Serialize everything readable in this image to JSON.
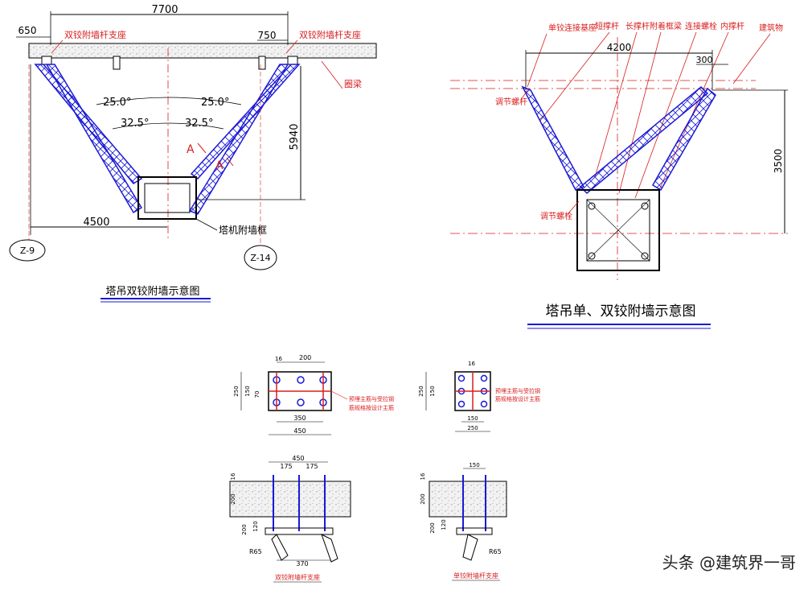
{
  "left_diagram": {
    "dims": {
      "total_width": "7700",
      "left_offset": "650",
      "right_offset": "750",
      "depth": "5940",
      "half_width": "4500"
    },
    "angles": {
      "outer_left": "25.0°",
      "outer_right": "25.0°",
      "inner_left": "32.5°",
      "inner_right": "32.5°"
    },
    "labels": {
      "support_left": "双铰附墙杆支座",
      "support_right": "双铰附墙杆支座",
      "ring_beam": "圈梁",
      "frame": "塔机附墙框",
      "a_mark_left": "A",
      "a_mark_right": "A"
    },
    "axes": {
      "left": "Z-9",
      "right": "Z-14"
    },
    "caption": "塔吊双铰附墙示意图"
  },
  "right_diagram": {
    "callouts": {
      "single_hinge_base": "单铰连接基座",
      "short_bar": "短撑杆",
      "long_bar": "长撑杆",
      "attach_frame": "附着框梁",
      "connect_bolt": "连接螺栓",
      "inner_bar": "内撑杆",
      "building": "建筑物",
      "adjust_screw": "调节螺杆",
      "adjust_nut": "调节螺栓"
    },
    "dims": {
      "width": "4200",
      "offset": "300",
      "depth": "3500"
    },
    "caption": "塔吊单、双铰附墙示意图"
  },
  "detail_top_left": {
    "dims": [
      "16",
      "200",
      "250",
      "150",
      "70",
      "350",
      "450"
    ],
    "note_line1": "预埋主筋与受拉钢",
    "note_line2": "筋规格按设计主筋"
  },
  "detail_top_right": {
    "dims": [
      "16",
      "250",
      "150",
      "150",
      "250"
    ],
    "note_line1": "预埋主筋与受拉钢",
    "note_line2": "筋规格按设计主筋"
  },
  "detail_bottom_left": {
    "dims": [
      "450",
      "175",
      "175",
      "16",
      "200",
      "200",
      "120",
      "R65",
      "370"
    ],
    "caption": "双铰附墙杆支座"
  },
  "detail_bottom_right": {
    "dims": [
      "150",
      "16",
      "200",
      "200",
      "120",
      "R65"
    ],
    "caption": "单铰附墙杆支座"
  },
  "watermark": "头条 @建筑界一哥",
  "colors": {
    "steel": "#1a1ad6",
    "annotation": "#d81e1e",
    "centerline": "#d81e1e",
    "ink": "#000000"
  }
}
